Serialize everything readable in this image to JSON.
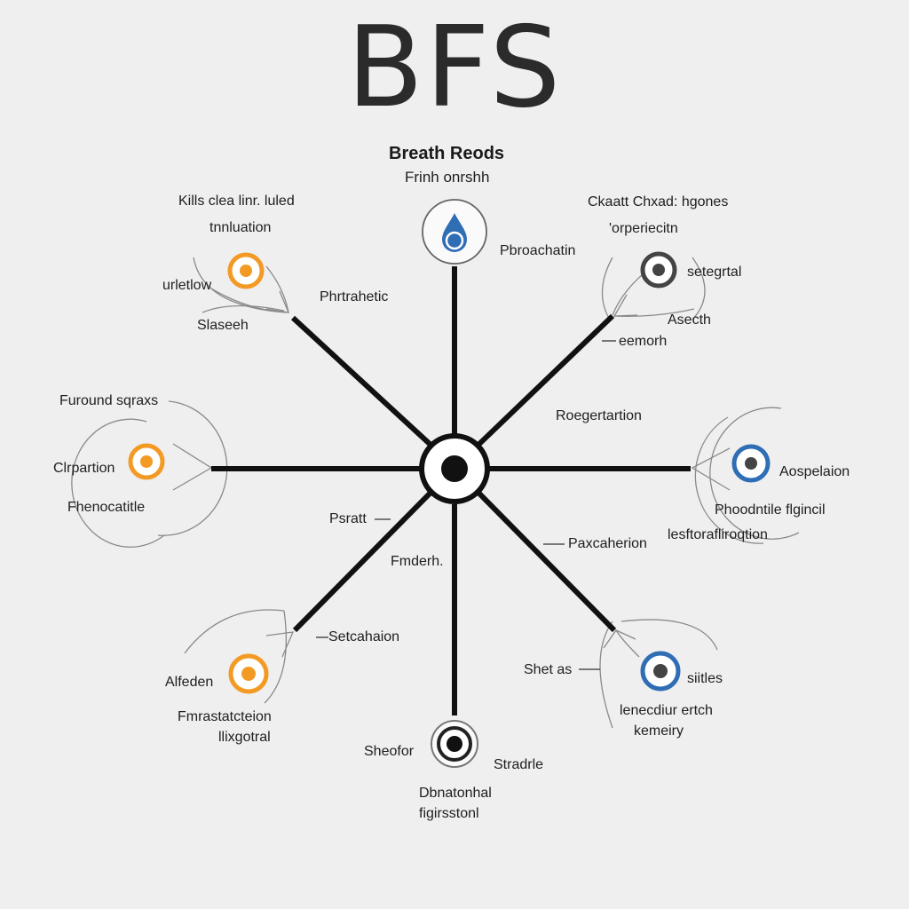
{
  "title": "BFS",
  "colors": {
    "background": "#efefef",
    "edge": "#111111",
    "thin_stroke": "#8a8a8a",
    "orange": "#f39a25",
    "blue": "#2f6db5",
    "dark": "#444444"
  },
  "hub": {
    "name": "center-node"
  },
  "nodes": [
    {
      "name": "top",
      "style": "blue-drop",
      "labels": [
        "Breath Reods",
        "Frinh onrshh",
        "Pbroachatin"
      ]
    },
    {
      "name": "top-right",
      "style": "dark",
      "labels": [
        "Ckaatt Chxad: hgones",
        "'orperiecitn",
        "setegrtal",
        "Asecth",
        "eemorh"
      ]
    },
    {
      "name": "right",
      "style": "blue",
      "labels": [
        "Aospelaion",
        "Phoodntile flgincil",
        "lesftorafliroqtion"
      ]
    },
    {
      "name": "bottom-right",
      "style": "blue",
      "labels": [
        "Shet as",
        "siitles",
        "lenecdiur ertch",
        "kemeiry"
      ]
    },
    {
      "name": "bottom",
      "style": "dark",
      "labels": [
        "Sheofor",
        "Stradrle",
        "Dbnatonhal",
        "figirsstonl"
      ]
    },
    {
      "name": "bottom-left",
      "style": "orange",
      "labels": [
        "Alfeden",
        "Fmrastatcteion",
        "llixgotral"
      ]
    },
    {
      "name": "left",
      "style": "orange",
      "labels": [
        "Furound sqraxs",
        "Clrpartion",
        "Fhenocatitle"
      ]
    },
    {
      "name": "top-left",
      "style": "orange",
      "labels": [
        "Kills clea linr. luled",
        "tnnluation",
        "urletlow",
        "Slaseeh"
      ]
    }
  ],
  "edge_labels": [
    "Phrtrahetic",
    "Roegertartion",
    "Paxcaherion",
    "Setcahaion",
    "Psratt",
    "Fmderh."
  ]
}
